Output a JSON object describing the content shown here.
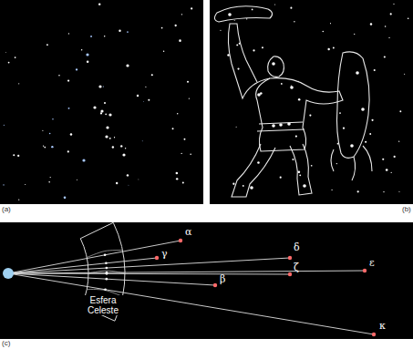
{
  "diagram": {
    "labels": [
      "(a)",
      "(b)",
      "α",
      "γ",
      "δ",
      "ε",
      "ζ",
      "β",
      "κ",
      "Esfera Celeste",
      "(c)"
    ]
  }
}
